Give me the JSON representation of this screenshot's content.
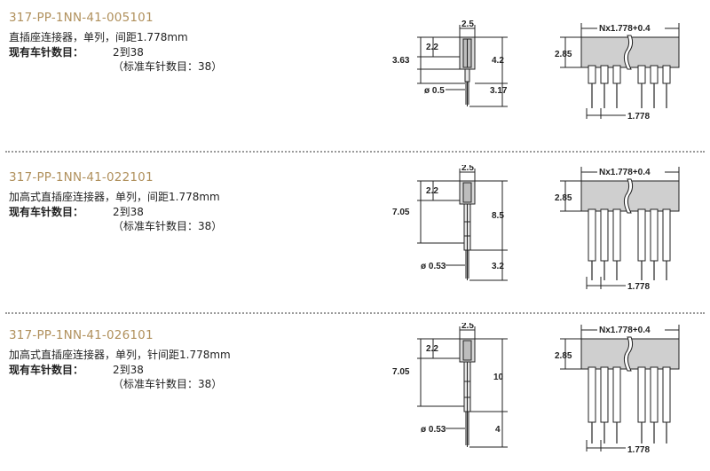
{
  "products": [
    {
      "part_number": "317-PP-1NN-41-005101",
      "description": "直插座连接器，单列，间距1.778mm",
      "pins_label": "现有车针数目：",
      "pins_value": "2到38",
      "pins_standard": "（标准车针数目：38）",
      "side": {
        "width": "2.5",
        "body": "2.2",
        "total": "3.63",
        "right": "4.2",
        "dia": "ø 0.5",
        "tail": "3.17"
      },
      "front": {
        "pitch_formula": "Nx1.778+0.4",
        "height": "2.85",
        "pitch": "1.778"
      }
    },
    {
      "part_number": "317-PP-1NN-41-022101",
      "description": "加高式直插座连接器，单列，间距1.778mm",
      "pins_label": "现有车针数目：",
      "pins_value": "2到38",
      "pins_standard": "（标准车针数目：38）",
      "side": {
        "width": "2.5",
        "body": "2.2",
        "total": "7.05",
        "right": "8.5",
        "dia": "ø 0.53",
        "tail": "3.2"
      },
      "front": {
        "pitch_formula": "Nx1.778+0.4",
        "height": "2.85",
        "pitch": "1.778"
      }
    },
    {
      "part_number": "317-PP-1NN-41-026101",
      "description": "加高式直插座连接器，单列，针间距1.778mm",
      "pins_label": "现有车针数目：",
      "pins_value": "2到38",
      "pins_standard": "（标准车针数目：38）",
      "side": {
        "width": "2.5",
        "body": "2.2",
        "total": "7.05",
        "right": "10",
        "dia": "ø 0.53",
        "tail": "4"
      },
      "front": {
        "pitch_formula": "Nx1.778+0.4",
        "height": "2.85",
        "pitch": "1.778"
      }
    }
  ]
}
